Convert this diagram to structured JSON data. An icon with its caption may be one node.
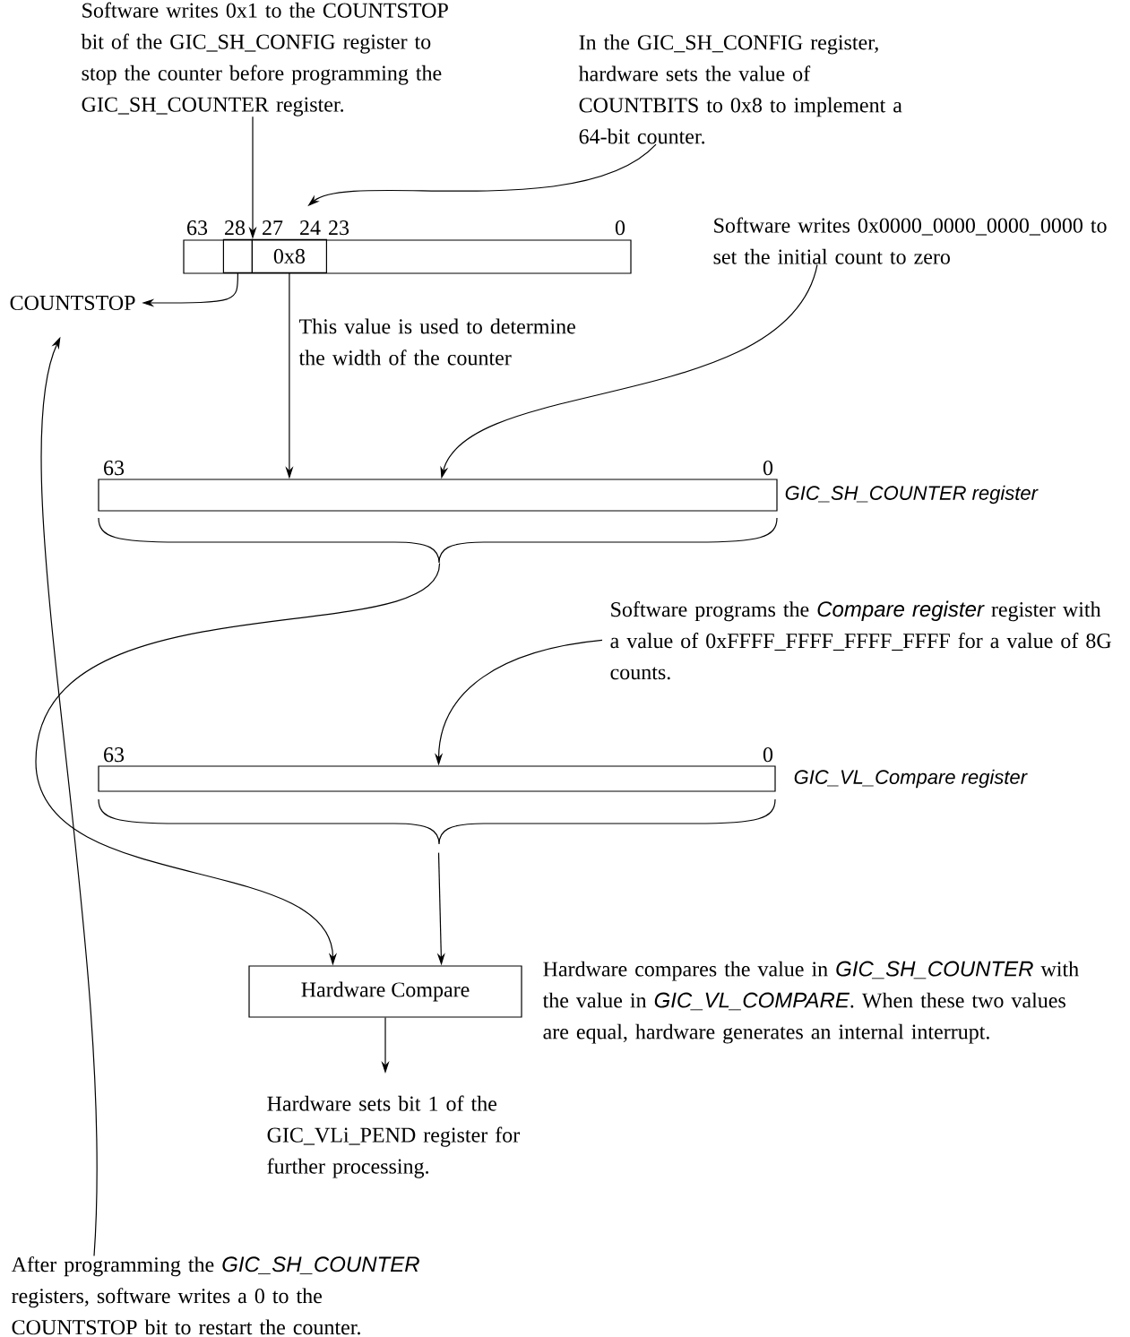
{
  "diagram": {
    "nodes": [
      {
        "text": [
          "Software writes 0x1 to the COUNTSTOP bit of the GIC_SH_CONFIG register to stop the counter before programming the GIC_SH_COUNTER register."
        ]
      },
      {
        "text": [
          "In the GIC_SH_CONFIG register, hardware sets the value of COUNTBITS to 0x8 to implement a 64-bit counter."
        ]
      },
      {
        "text": [],
        "shape": "box",
        "beside": [
          "63",
          "28",
          "27",
          "24",
          "23",
          "0"
        ]
      },
      {
        "text": [],
        "shape": "box",
        "in": 2
      },
      {
        "text": [
          "0x8"
        ],
        "in": 2
      },
      {
        "text": [
          "COUNTSTOP"
        ]
      },
      {
        "text": [
          "Software writes 0x0000_0000_0000_0000 to set the initial count to zero"
        ]
      },
      {
        "text": [],
        "shape": "box",
        "beside": [
          "63",
          "0",
          "GIC_SH_COUNTER register"
        ]
      },
      {
        "text": [
          "Software programs the *Compare register* register with a value of 0xFFFF_FFFF_FFFF_FFFF for a value of 8G counts."
        ]
      },
      {
        "text": [],
        "shape": "box",
        "beside": [
          "63",
          "0",
          "GIC_VL_Compare register"
        ]
      },
      {
        "text": [
          "Hardware Compare"
        ],
        "beside": [
          "Hardware compares the value in *GIC_SH_COUNTER* with the value in *GIC_VL_COMPARE*. When these two values are equal, hardware generates an internal interrupt."
        ]
      },
      {
        "text": [
          "Hardware sets bit 1 of the GIC_VLi_PEND register for further processing."
        ]
      },
      {
        "text": [
          "After programming the *GIC_SH_COUNTER* registers, software writes a 0 to the COUNTSTOP bit to restart the counter."
        ]
      }
    ],
    "edges": [
      {
        "from": 0,
        "to": 3,
        "arrow": "to"
      },
      {
        "from": 1,
        "to": 4,
        "arrow": "to"
      },
      {
        "from": 3,
        "to": 5,
        "arrow": "to"
      },
      {
        "from": 4,
        "to": 7,
        "arrow": "to",
        "label": "This value is used to determine the width of the counter"
      },
      {
        "from": 6,
        "to": 7,
        "arrow": "to"
      },
      {
        "from": 7,
        "to": 10,
        "arrow": "to"
      },
      {
        "from": 8,
        "to": 9,
        "arrow": "to"
      },
      {
        "from": 9,
        "to": 10,
        "arrow": "to"
      },
      {
        "from": 10,
        "to": 11,
        "arrow": "to"
      },
      {
        "from": 12,
        "to": 5,
        "arrow": "to"
      }
    ]
  }
}
